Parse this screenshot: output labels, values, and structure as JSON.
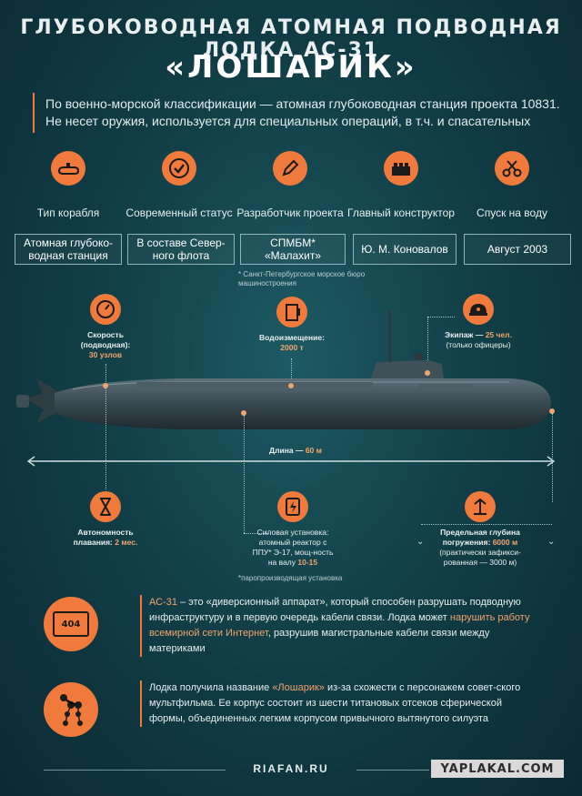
{
  "header": {
    "title_line1": "ГЛУБОКОВОДНАЯ АТОМНАЯ ПОДВОДНАЯ ЛОДКА АС-31",
    "title_line2": "«ЛОШАРИК»"
  },
  "intro": "По военно-морской классификации — атомная глубоководная станция проекта 10831. Не несет оружия, используется для специальных операций, в т.ч. и спасательных",
  "info": [
    {
      "icon": "submarine-icon",
      "label": "Тип корабля",
      "value": "Атомная глубоко-водная станция"
    },
    {
      "icon": "checkmark-icon",
      "label": "Современный статус",
      "value": "В составе Север-ного флота"
    },
    {
      "icon": "pencil-icon",
      "label": "Разработчик проекта",
      "value": "СПМБМ* «Малахит»"
    },
    {
      "icon": "brick-icon",
      "label": "Главный конструктор",
      "value": "Ю. М. Коновалов"
    },
    {
      "icon": "scissors-icon",
      "label": "Спуск на воду",
      "value": "Август 2003"
    }
  ],
  "footnote_developer": "* Санкт-Петербургское морское бюро машиностроения",
  "specs": {
    "speed": {
      "label": "Скорость (подводная):",
      "value": "30 узлов",
      "icon": "speedometer-icon"
    },
    "displacement": {
      "label": "Водоизмещение:",
      "value": "2000 т",
      "icon": "beaker-icon"
    },
    "crew": {
      "label": "Экипаж —",
      "value": "25 чел.",
      "note": "(только офицеры)",
      "icon": "officer-cap-icon"
    },
    "length": {
      "label": "Длина —",
      "value": "60 м"
    },
    "autonomy": {
      "label": "Автономность плавания:",
      "value": "2 мес.",
      "icon": "hourglass-icon"
    },
    "power": {
      "label": "Силовая установка: атомный реактор с ППУ* Э-17, мощ-ность на валу",
      "value": "10-15",
      "icon": "lightning-icon"
    },
    "depth": {
      "label": "Предельная глубина погружения:",
      "value": "6000 м",
      "note": "(практически зафикси-рованная — 3000 м)",
      "icon": "depth-icon"
    }
  },
  "footnote_power": "*паропроизводящая установка",
  "bottom": [
    {
      "icon": "error-404-icon",
      "icon_text": "404",
      "parts": [
        {
          "t": "АС-31",
          "hl": true
        },
        {
          "t": " – это «диверсионный аппарат», который способен разрушать подводную инфраструктуру и в первую очередь кабели связи. Лодка может ",
          "hl": false
        },
        {
          "t": "нарушить работу всемирной сети Интернет",
          "hl": true
        },
        {
          "t": ", разрушив магистральные кабели связи между материками",
          "hl": false
        }
      ]
    },
    {
      "icon": "loshariki-character-icon",
      "parts": [
        {
          "t": "Лодка получила название ",
          "hl": false
        },
        {
          "t": "«Лошарик»",
          "hl": true
        },
        {
          "t": " из-за схожести с персонажем совет-ского мультфильма. Ее корпус состоит из шести титановых отсеков сферической формы, объединенных легким корпусом привычного вытянутого силуэта",
          "hl": false
        }
      ]
    }
  ],
  "footer": "RIAFAN.RU",
  "watermark": "YAPLAKAL.COM",
  "colors": {
    "accent": "#f07a3c",
    "highlight": "#f0a46e",
    "background": "#123f48"
  }
}
